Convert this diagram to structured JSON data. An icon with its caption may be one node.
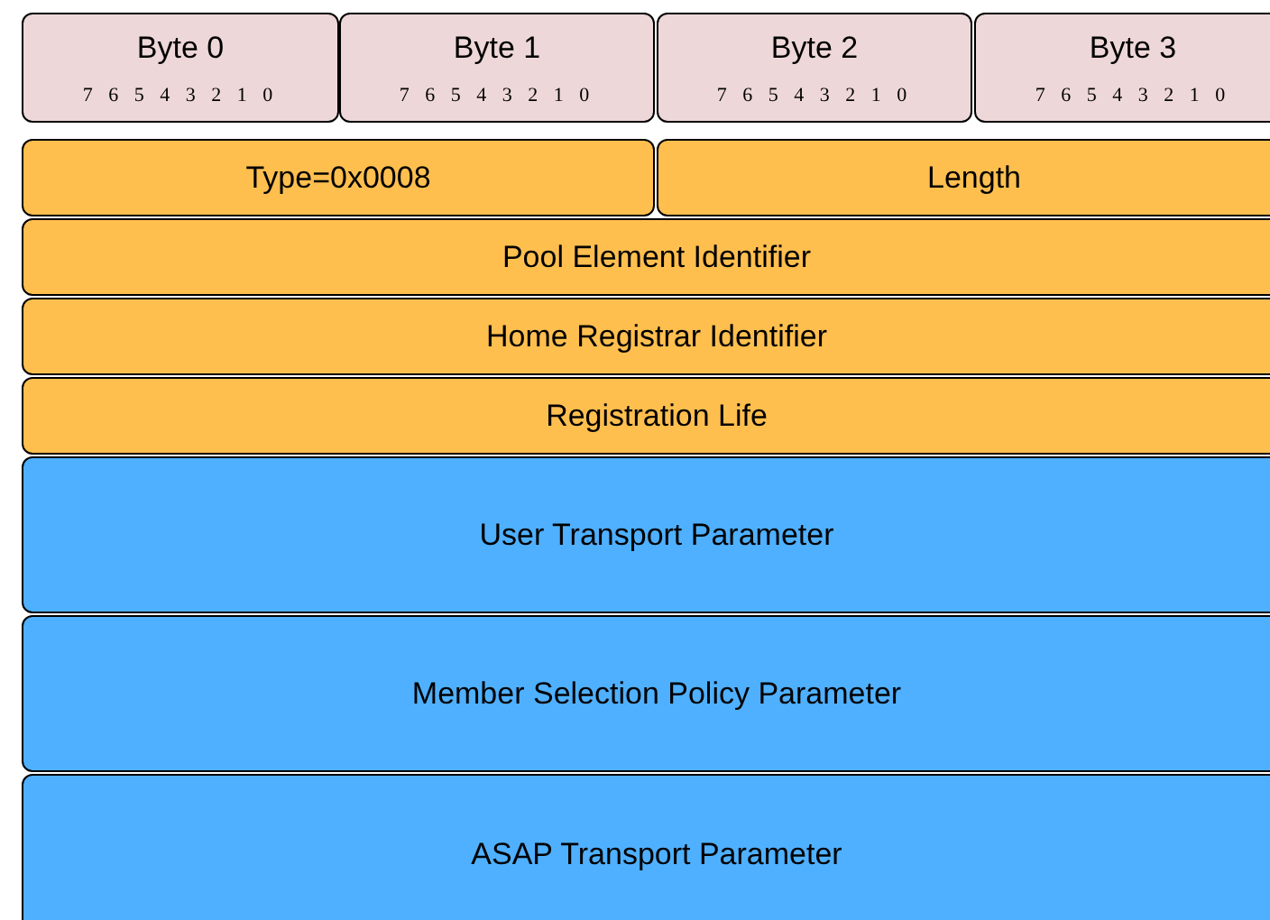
{
  "diagram": {
    "nodes": [
      {
        "text": [
          "Byte 0",
          "7 6 5 4 3 2 1 0"
        ]
      },
      {
        "text": [
          "Byte 1",
          "7 6 5 4 3 2 1 0"
        ]
      },
      {
        "text": [
          "Byte 2",
          "7 6 5 4 3 2 1 0"
        ]
      },
      {
        "text": [
          "Byte 3",
          "7 6 5 4 3 2 1 0"
        ]
      },
      {
        "text": [
          "Type=0x0008"
        ]
      },
      {
        "text": [
          "Length"
        ]
      },
      {
        "text": [
          "Pool Element Identifier"
        ]
      },
      {
        "text": [
          "Home Registrar Identifier"
        ]
      },
      {
        "text": [
          "Registration Life"
        ]
      },
      {
        "text": [
          "User Transport Parameter"
        ]
      },
      {
        "text": [
          "Member Selection Policy Parameter"
        ]
      },
      {
        "text": [
          "ASAP Transport Parameter"
        ]
      }
    ]
  }
}
